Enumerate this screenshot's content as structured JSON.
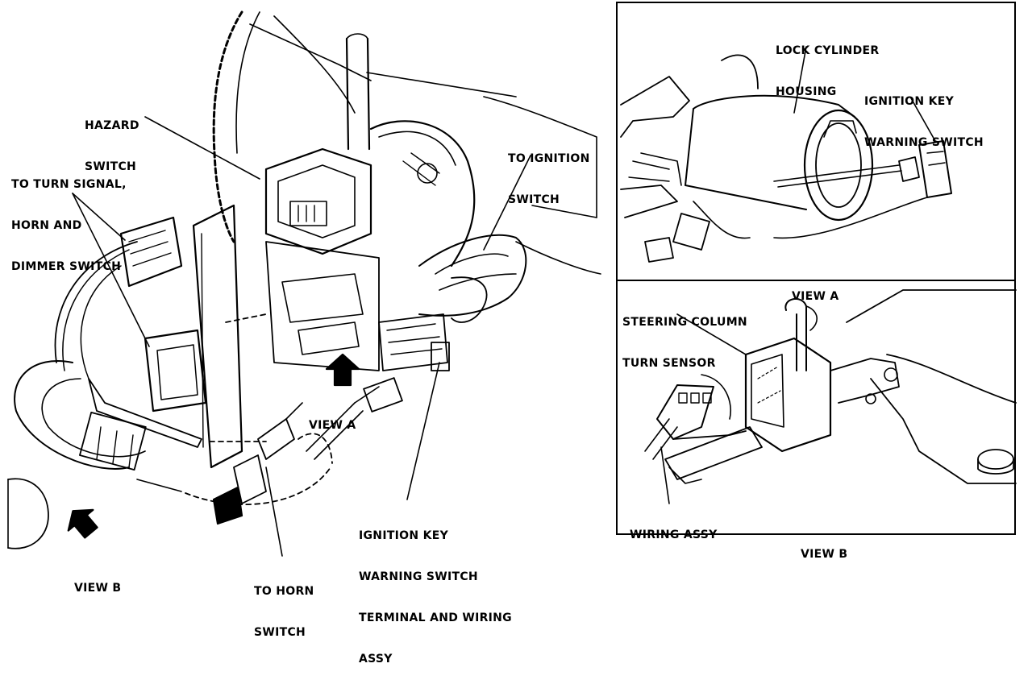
{
  "main_view": {
    "hazard_switch": [
      "HAZARD",
      "SWITCH"
    ],
    "turn_signal": [
      "TO TURN SIGNAL,",
      "HORN AND",
      "DIMMER SWITCH"
    ],
    "to_ignition_switch": [
      "TO IGNITION",
      "SWITCH"
    ],
    "view_a_arrow": "VIEW A",
    "view_b_arrow": "VIEW B",
    "to_horn_switch": [
      "TO HORN",
      "SWITCH"
    ],
    "ignition_key_terminal": [
      "IGNITION KEY",
      "WARNING SWITCH",
      "TERMINAL AND WIRING",
      "ASSY"
    ]
  },
  "view_a": {
    "lock_cylinder": [
      "LOCK CYLINDER",
      "HOUSING"
    ],
    "ignition_key_switch": [
      "IGNITION KEY",
      "WARNING SWITCH"
    ],
    "caption": "VIEW A"
  },
  "view_b": {
    "turn_sensor": [
      "STEERING COLUMN",
      "TURN SENSOR"
    ],
    "wiring_assy": "WIRING ASSY",
    "caption": "VIEW B"
  }
}
